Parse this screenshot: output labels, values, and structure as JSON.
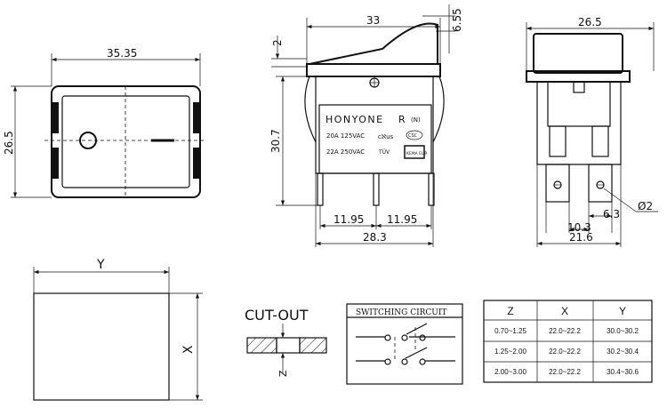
{
  "front_view": {
    "width_dim": "35.35",
    "height_dim": "26.5"
  },
  "side_view": {
    "width_dim": "33",
    "rocker_dim": "2",
    "rocker_height_dim": "6.55",
    "height_dim": "30.7",
    "pin_spacing_1": "11.95",
    "pin_spacing_2": "11.95",
    "overall_width_dim": "28.3",
    "label": {
      "brand": "HONYONE",
      "mark_r": "R",
      "mark_n": "(N)",
      "rating_1": "20A  125VAC",
      "ul_mark": "cℵus",
      "csc_mark": "CSC",
      "rating_2": "22A  250VAC",
      "tuv_mark": "TÜV",
      "kema_mark": "KEMA EUR"
    }
  },
  "end_view": {
    "width_dim": "26.5",
    "hole_dim": "Ø2",
    "dim_a": "6.3",
    "dim_b": "10.3",
    "dim_c": "21.6"
  },
  "panel": {
    "y_label": "Y",
    "x_label": "X"
  },
  "cutout": {
    "title": "CUT-OUT",
    "z_label": "Z"
  },
  "switching_circuit": {
    "title": "SWITCHING CIRCUIT"
  },
  "table": {
    "headers": [
      "Z",
      "X",
      "Y"
    ],
    "rows": [
      [
        "0.70~1.25",
        "22.0~22.2",
        "30.0~30.2"
      ],
      [
        "1.25~2.00",
        "22.0~22.2",
        "30.2~30.4"
      ],
      [
        "2.00~3.00",
        "22.0~22.2",
        "30.4~30.6"
      ]
    ]
  }
}
